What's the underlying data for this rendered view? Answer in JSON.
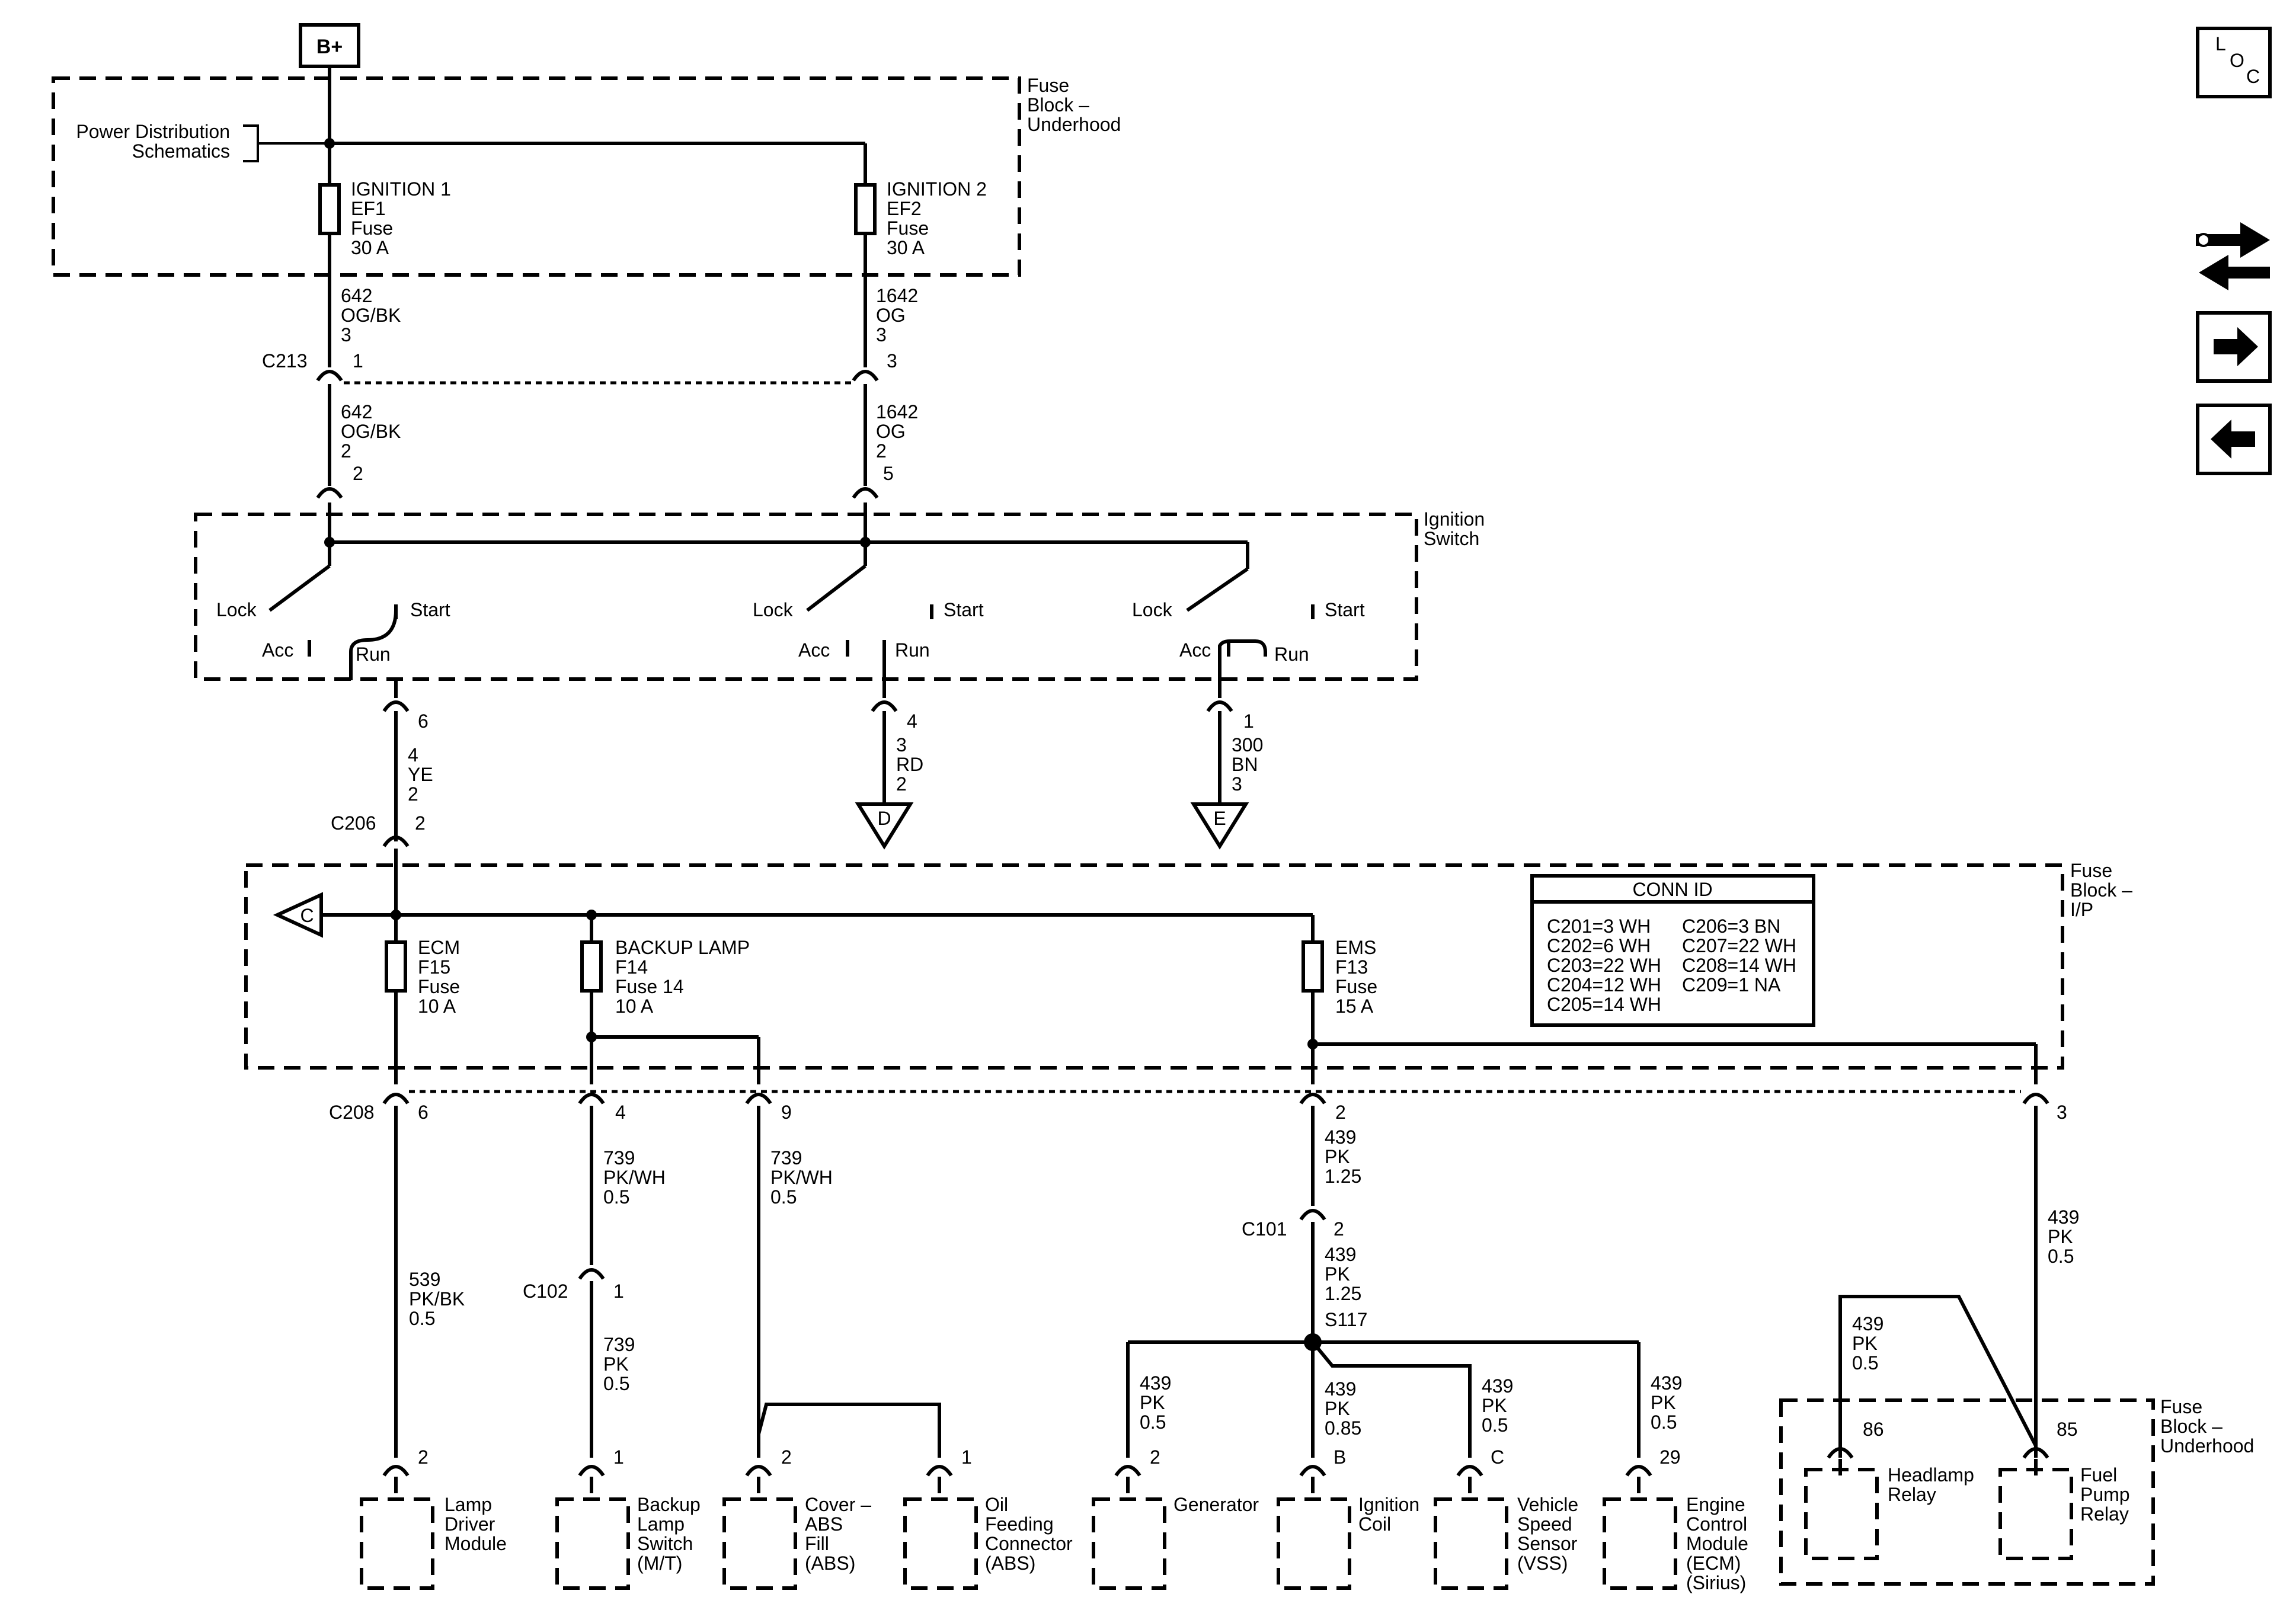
{
  "battery": "B+",
  "power_dist": [
    "Power Distribution",
    "Schematics"
  ],
  "fb_underhood_top": [
    "Fuse",
    "Block –",
    "Underhood"
  ],
  "fuse_ef1": [
    "IGNITION 1",
    "EF1",
    "Fuse",
    "30 A"
  ],
  "fuse_ef2": [
    "IGNITION 2",
    "EF2",
    "Fuse",
    "30 A"
  ],
  "w642_a": [
    "642",
    "OG/BK",
    "3"
  ],
  "w1642_a": [
    "1642",
    "OG",
    "3"
  ],
  "c213": "C213",
  "c213_pin1": "1",
  "c213_pin3": "3",
  "w642_b": [
    "642",
    "OG/BK",
    "2"
  ],
  "w1642_b": [
    "1642",
    "OG",
    "2"
  ],
  "ign_pin2": "2",
  "ign_pin5": "5",
  "ign_switch": [
    "Ignition",
    "Switch"
  ],
  "sw_lock": "Lock",
  "sw_start": "Start",
  "sw_acc": "Acc",
  "sw_run": "Run",
  "out_pin6": "6",
  "out_pin4": "4",
  "out_pin1": "1",
  "w4": [
    "4",
    "YE",
    "2"
  ],
  "w3": [
    "3",
    "RD",
    "2"
  ],
  "w300": [
    "300",
    "BN",
    "3"
  ],
  "off_d": "D",
  "off_e": "E",
  "off_c": "C",
  "c206": "C206",
  "c206_pin": "2",
  "fb_ip": [
    "Fuse",
    "Block –",
    "I/P"
  ],
  "fuse_f15": [
    "ECM",
    "F15",
    "Fuse",
    "10 A"
  ],
  "fuse_f14": [
    "BACKUP LAMP",
    "F14",
    "Fuse 14",
    "10 A"
  ],
  "fuse_f13": [
    "EMS",
    "F13",
    "Fuse",
    "15 A"
  ],
  "conn_id": {
    "title": "CONN ID",
    "left": [
      "C201=3 WH",
      "C202=6 WH",
      "C203=22 WH",
      "C204=12 WH",
      "C205=14 WH"
    ],
    "right": [
      "C206=3 BN",
      "C207=22 WH",
      "C208=14 WH",
      "C209=1 NA"
    ]
  },
  "c208": "C208",
  "c208_pins": [
    "6",
    "4",
    "9",
    "2",
    "3"
  ],
  "w739_a": [
    "739",
    "PK/WH",
    "0.5"
  ],
  "w739_b": [
    "739",
    "PK/WH",
    "0.5"
  ],
  "w439_a": [
    "439",
    "PK",
    "1.25"
  ],
  "w439_relay": [
    "439",
    "PK",
    "0.5"
  ],
  "c101": "C101",
  "c101_pin": "2",
  "w439_b": [
    "439",
    "PK",
    "1.25"
  ],
  "s117": "S117",
  "w539": [
    "539",
    "PK/BK",
    "0.5"
  ],
  "c102": "C102",
  "c102_pin": "1",
  "w739_c": [
    "739",
    "PK",
    "0.5"
  ],
  "w439_gen": [
    "439",
    "PK",
    "0.5"
  ],
  "w439_coil": [
    "439",
    "PK",
    "0.85"
  ],
  "w439_vss": [
    "439",
    "PK",
    "0.5"
  ],
  "w439_ecm": [
    "439",
    "PK",
    "0.5"
  ],
  "w439_headlamp": [
    "439",
    "PK",
    "0.5"
  ],
  "fb_underhood_bottom": [
    "Fuse",
    "Block –",
    "Underhood"
  ],
  "relay_pins": [
    "86",
    "85"
  ],
  "components": [
    {
      "pin": "2",
      "label": [
        "Lamp",
        "Driver",
        "Module"
      ]
    },
    {
      "pin": "1",
      "label": [
        "Backup",
        "Lamp",
        "Switch",
        "(M/T)"
      ]
    },
    {
      "pin": "2",
      "label": [
        "Cover –",
        "ABS",
        "Fill",
        "(ABS)"
      ]
    },
    {
      "pin": "1",
      "label": [
        "Oil",
        "Feeding",
        "Connector",
        "(ABS)"
      ]
    },
    {
      "pin": "2",
      "label": [
        "Generator"
      ]
    },
    {
      "pin": "B",
      "label": [
        "Ignition",
        "Coil"
      ]
    },
    {
      "pin": "C",
      "label": [
        "Vehicle",
        "Speed",
        "Sensor",
        "(VSS)"
      ]
    },
    {
      "pin": "29",
      "label": [
        "Engine",
        "Control",
        "Module",
        "(ECM)",
        "(Sirius)"
      ]
    },
    {
      "pin": "",
      "label": [
        "Headlamp",
        "Relay"
      ]
    },
    {
      "pin": "",
      "label": [
        "Fuel",
        "Pump",
        "Relay"
      ]
    }
  ],
  "nav_loc": [
    "L",
    "O",
    "C"
  ],
  "nav_icons": [
    "wrench-swap-icon",
    "arrow-right-icon",
    "arrow-left-icon"
  ]
}
